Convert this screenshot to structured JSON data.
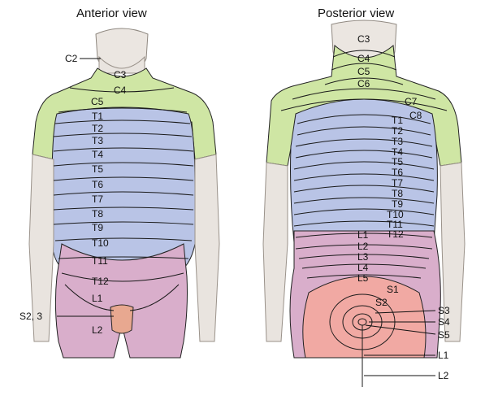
{
  "views": {
    "anterior": {
      "title": "Anterior view",
      "labels": {
        "C2": "C2",
        "C3": "C3",
        "C4": "C4",
        "C5": "C5",
        "T1": "T1",
        "T2": "T2",
        "T3": "T3",
        "T4": "T4",
        "T5": "T5",
        "T6": "T6",
        "T7": "T7",
        "T8": "T8",
        "T9": "T9",
        "T10": "T10",
        "T11": "T11",
        "T12": "T12",
        "L1": "L1",
        "L2": "L2",
        "S23": "S2, 3"
      }
    },
    "posterior": {
      "title": "Posterior view",
      "labels": {
        "C3": "C3",
        "C4": "C4",
        "C5": "C5",
        "C6": "C6",
        "C7": "C7",
        "C8": "C8",
        "T1": "T1",
        "T2": "T2",
        "T3": "T3",
        "T4": "T4",
        "T5": "T5",
        "T6": "T6",
        "T7": "T7",
        "T8": "T8",
        "T9": "T9",
        "T10": "T10",
        "T11": "T11",
        "T12": "T12",
        "L1": "L1",
        "L2": "L2",
        "L3": "L3",
        "L4": "L4",
        "L5": "L5",
        "S1": "S1",
        "S2": "S2",
        "S3": "S3",
        "S4": "S4",
        "S5": "S5",
        "L1b": "L1",
        "L2b": "L2"
      }
    }
  },
  "colors": {
    "cervical": "#cfe6a4",
    "thoracic": "#b9c4e6",
    "lumbar": "#d9aecb",
    "sacral": "#f1a9a3",
    "skin": "#e9e4df"
  }
}
